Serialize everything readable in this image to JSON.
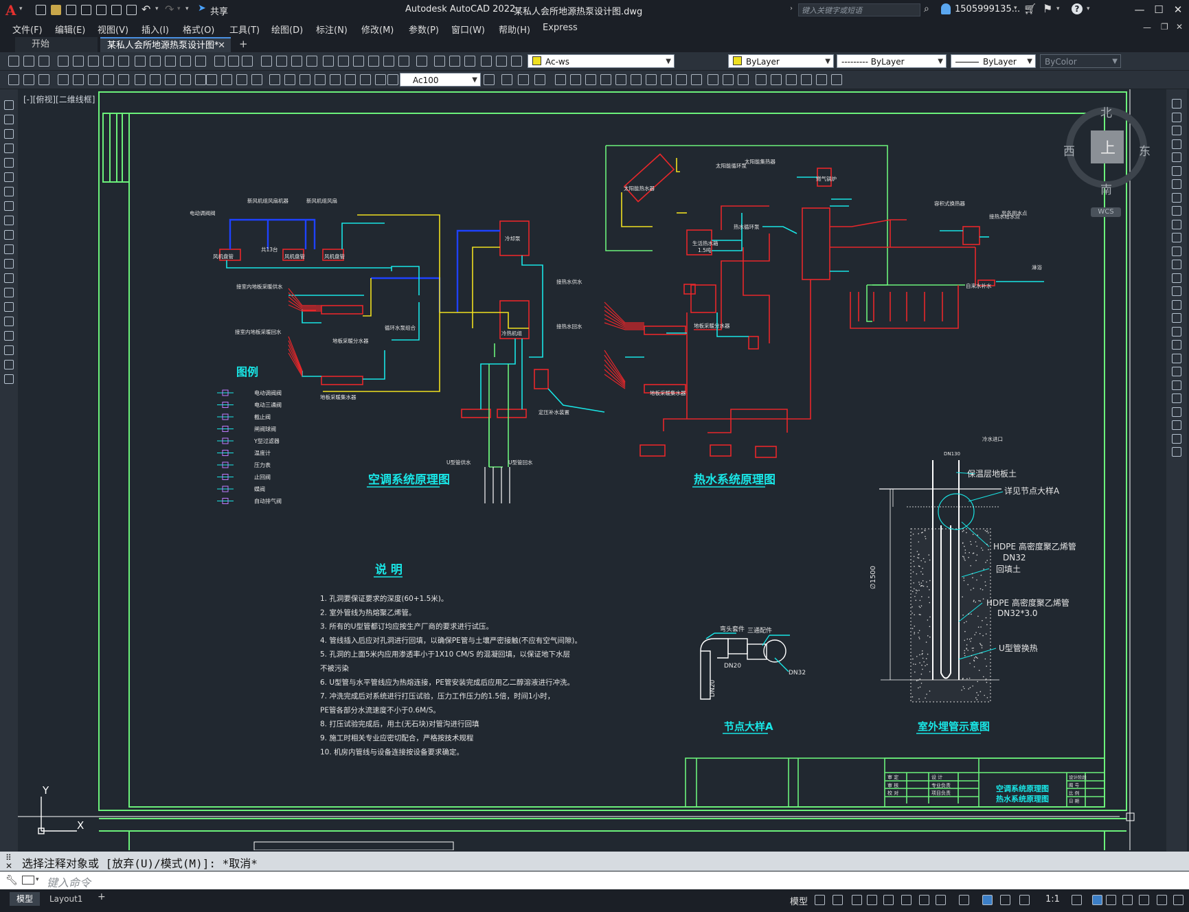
{
  "app": {
    "logo": "A",
    "share_label": "共享",
    "title": "Autodesk AutoCAD 2022",
    "filename": "某私人会所地源热泵设计图.dwg",
    "search_placeholder": "键入关键字或短语",
    "user": "1505999135...",
    "window_min": "—",
    "window_max": "☐",
    "window_close": "✕"
  },
  "menu": [
    "文件(F)",
    "编辑(E)",
    "视图(V)",
    "插入(I)",
    "格式(O)",
    "工具(T)",
    "绘图(D)",
    "标注(N)",
    "修改(M)",
    "参数(P)",
    "窗口(W)",
    "帮助(H)",
    "Express"
  ],
  "tabs": {
    "start": "开始",
    "file": "某私人会所地源热泵设计图*",
    "add": "+"
  },
  "toolbar": {
    "layer": "Ac-ws",
    "color": "ByLayer",
    "linetype": "--------- ByLayer",
    "lineweight": "ByLayer",
    "plotstyle": "ByColor",
    "annoscale": "Ac100"
  },
  "viewport_label": "[-][俯视][二维线框]",
  "viewcube": {
    "n": "北",
    "s": "南",
    "e": "东",
    "w": "西",
    "top": "上",
    "wcs": "WCS"
  },
  "drawing": {
    "ac_title": "空调系统原理图",
    "hw_title": "热水系统原理图",
    "legend_title": "图例",
    "notes_title": "说  明",
    "notes": [
      "1. 孔洞要保证要求的深度(60+1.5米)。",
      "2. 室外管线为热熔聚乙烯管。",
      "3. 所有的U型管都订均应按生产厂商的要求进行试压。",
      "4. 管线插入后应对孔洞进行回填，以确保PE管与土壤严密接触(不应有空气间隙)。",
      "5. 孔洞的上面5米内应用渗透率小于1X10 CM/S 的混凝回填，以保证地下水层",
      "   不被污染",
      "6.  U型管与水平管线应为热熔连接，PE管安装完成后应用乙二醇溶液进行冲洗。",
      "7.  冲洗完成后对系统进行打压试验，压力工作压力的1.5倍，时间1小时，",
      "   PE管各部分水流速度不小于0.6M/S。",
      "8.  打压试验完成后，用土(无石块)对管沟进行回填",
      "9. 施工时相关专业应密切配合，严格按技术规程",
      "10. 机房内管线与设备连接按设备要求确定。"
    ],
    "node_title": "节点大样A",
    "node_labels": [
      "弯头套件",
      "三通配件",
      "DN20",
      "DN32",
      "DN20"
    ],
    "buried_title": "室外埋管示意图",
    "buried_labels": [
      "DN130",
      "保温层地板土",
      "详见节点大样A",
      "HDPE 高密度聚乙烯管",
      "DN32",
      "回填土",
      "HDPE 高密度聚乙烯管",
      "DN32*3.0",
      "U型管换热",
      "∅1500"
    ],
    "ac_labels": [
      "电动调阀阀",
      "新风机组风扇机器",
      "新风机组风扇",
      "风机盘管",
      "共13台",
      "风机盘管",
      "风机盘管",
      "接室内地板采暖供水",
      "接室内地板采暖回水",
      "地板采暖分水器",
      "地板采暖集水器",
      "冷热机组",
      "冷却泵",
      "U型管供水",
      "U型管回水",
      "循环水泵组合",
      "定压补水装置"
    ],
    "hw_labels": [
      "太阳能热水器",
      "太阳能集热器",
      "生活热水箱",
      "1.5吨",
      "太阳能循环泵",
      "热水循环泵",
      "燃气锅炉",
      "接热水供水",
      "接热水回水",
      "地板采暖分水器",
      "地板采暖集水器",
      "冷水进口",
      "自来水补水",
      "淋浴",
      "接热水给水点",
      "容积式换热器",
      "至各用水点"
    ],
    "legend_items": [
      "电动调阀阀",
      "电动三通阀",
      "截止阀",
      "闸阀球阀",
      "Y型过滤器",
      "温度计",
      "压力表",
      "止回阀",
      "蝶阀",
      "自动排气阀"
    ],
    "title_block": {
      "names": [
        "空调系统原理图",
        "热水系统原理图"
      ],
      "fields": [
        "审 定",
        "审 核",
        "校 对",
        "设 计",
        "专业负责",
        "项目负责"
      ],
      "right": [
        "设计阶段",
        "图 号",
        "比 例",
        "日 期"
      ]
    }
  },
  "command": {
    "history": "选择注释对象或 [放弃(U)/模式(M)]: *取消*",
    "placeholder": "键入命令"
  },
  "status": {
    "model_tab": "模型",
    "layout_tab": "Layout1",
    "model_btn": "模型",
    "scale": "1:1"
  },
  "colors": {
    "frame": "#6cf27b",
    "cyan": "#19e6e6",
    "red": "#e8272a",
    "yellow": "#f0e020",
    "blue": "#1e42ff",
    "white": "#ffffff"
  }
}
